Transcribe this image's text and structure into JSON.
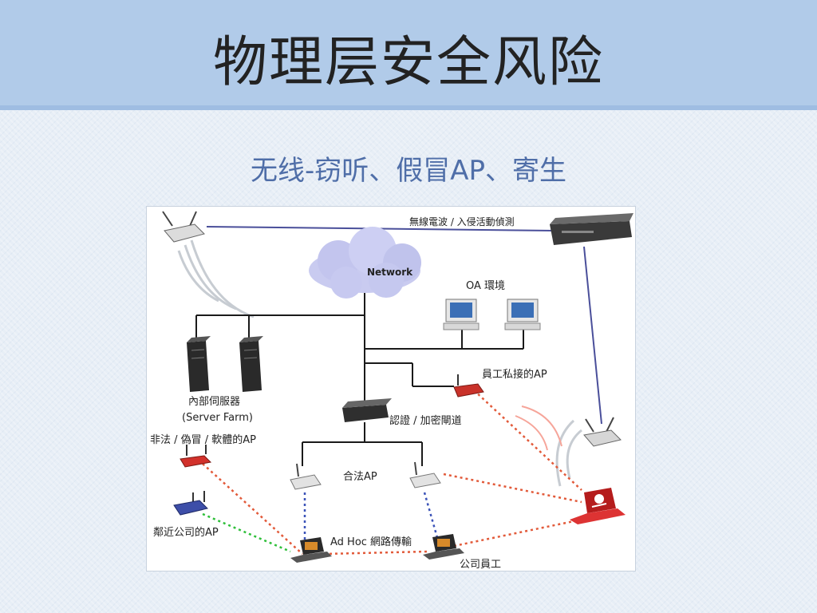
{
  "slide": {
    "title": "物理层安全风险",
    "subtitle": "无线-窃听、假冒AP、寄生"
  },
  "diagram": {
    "labels": {
      "ids_line": "無線電波 / 入侵活動偵測",
      "network": "Network",
      "oa": "OA 環境",
      "employee_ap": "員工私接的AP",
      "server_farm": "內部伺服器",
      "server_farm_en": "(Server Farm)",
      "auth": "認證 / 加密閘道",
      "rogue_ap": "非法 / 偽冒 / 軟體的AP",
      "legit_ap": "合法AP",
      "neighbor_ap": "鄰近公司的AP",
      "adhoc": "Ad Hoc 網路傳輸",
      "employee": "公司員工"
    }
  }
}
